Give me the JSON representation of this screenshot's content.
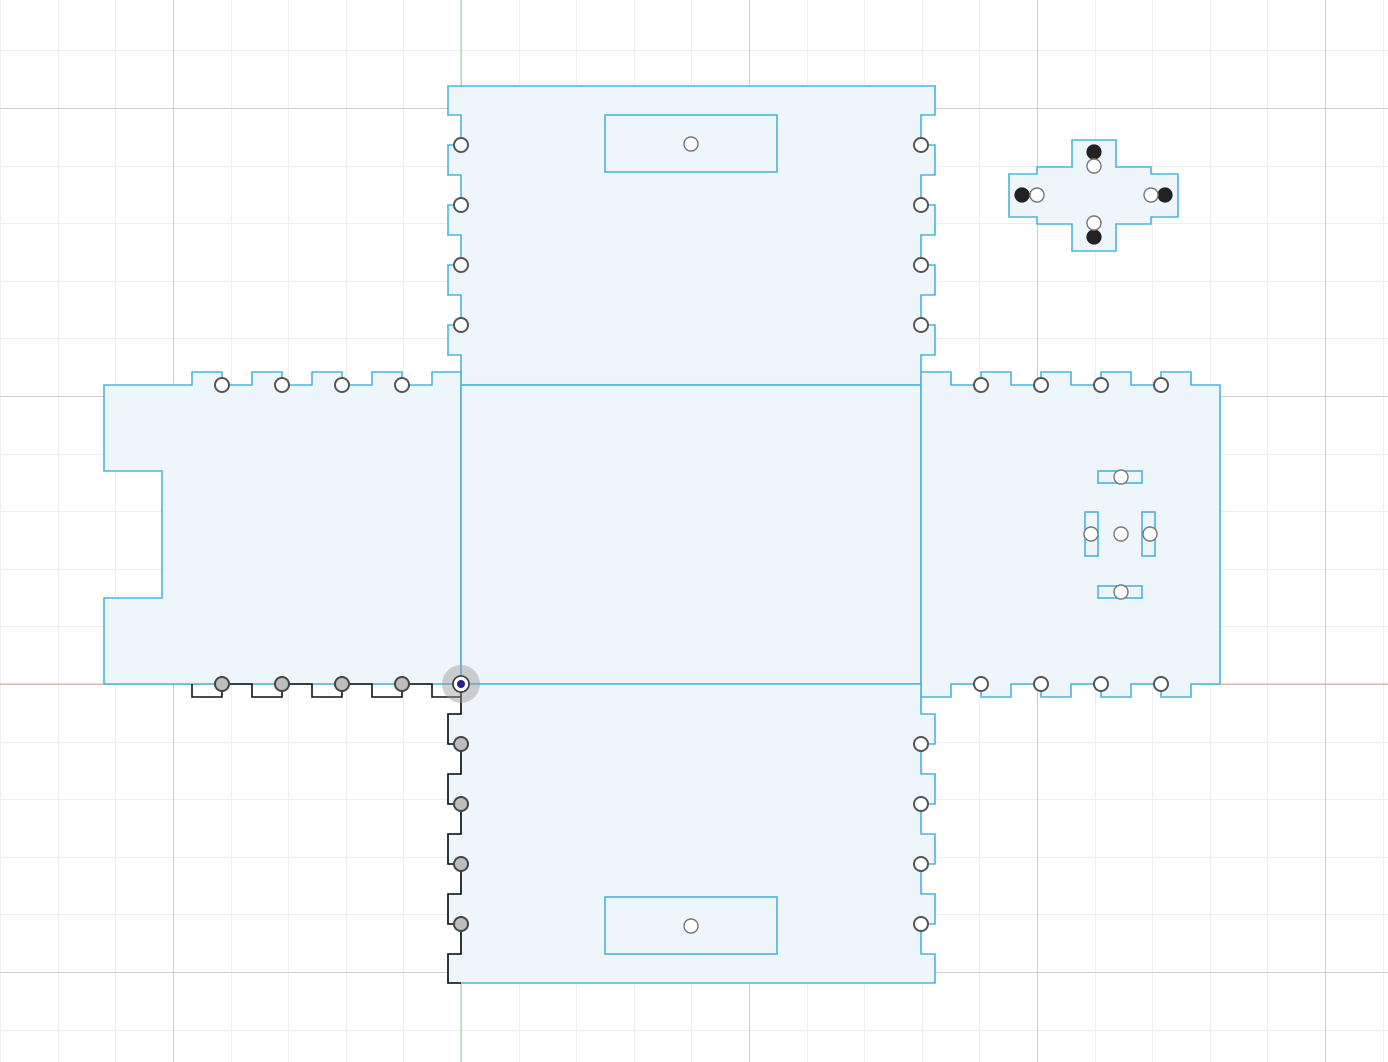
{
  "view": {
    "name": "sketch-canvas",
    "background_color": "#ffffff",
    "grid_minor_color": "#eeeeee",
    "grid_major_color": "#cfcfcf",
    "x_axis_color": "#f2a0a0",
    "y_axis_color": "#9fe09f"
  },
  "sketch": {
    "profile_color": "#4ab5dc",
    "fill_color": "#eef6fb",
    "selected_edge_color": "#111111",
    "origin_marker_color": "#2a1e8a",
    "fixed_point_color": "#222222",
    "parts": [
      "top-flap",
      "left-flap",
      "center-face",
      "right-flap",
      "bottom-flap",
      "cross-piece"
    ]
  }
}
